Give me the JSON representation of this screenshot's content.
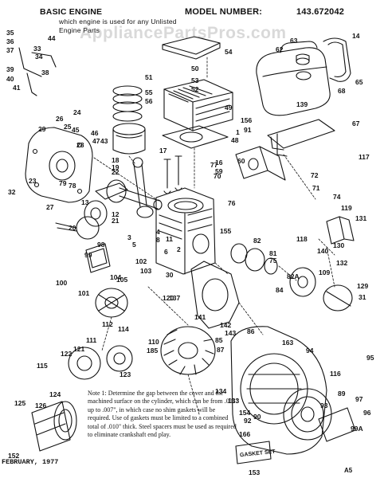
{
  "header": {
    "title": "BASIC ENGINE",
    "model_label": "MODEL NUMBER:",
    "model_number": "143.672042",
    "subtitle": "which engine is used for any Unlisted Engine Parts"
  },
  "watermark": "AppliancePartsPros.com",
  "note": "Note 1: Determine the gap between the cover and the machined surface on the cylinder, which can be from .001\" up to .007\", in which case no shim gaskets will be required. Use of gaskets must be limited to a combined total of .010\" thick. Steel spacers must be used as required to eliminate crankshaft end play.",
  "footer": {
    "date": "FEBRUARY, 1977",
    "sheet_code": "A5"
  },
  "gasket_set_label": "GASKET SET",
  "part_labels": [
    "35",
    "36",
    "37",
    "39",
    "40",
    "41",
    "34",
    "33",
    "38",
    "44",
    "63",
    "62",
    "14",
    "54",
    "50",
    "53",
    "51",
    "55",
    "56",
    "52",
    "65",
    "68",
    "139",
    "156",
    "91",
    "49",
    "1",
    "48",
    "67",
    "24",
    "29",
    "23",
    "28",
    "26",
    "25",
    "45",
    "46",
    "47",
    "43",
    "32",
    "27",
    "79",
    "78",
    "77",
    "117",
    "72",
    "71",
    "60",
    "59",
    "70",
    "16",
    "17",
    "18",
    "19",
    "22",
    "13",
    "12",
    "21",
    "20",
    "3",
    "5",
    "4",
    "8",
    "11",
    "6",
    "2",
    "76",
    "98",
    "99",
    "100",
    "101",
    "102",
    "103",
    "104",
    "105",
    "30",
    "74",
    "119",
    "131",
    "118",
    "140",
    "130",
    "132",
    "129",
    "31",
    "155",
    "82",
    "81",
    "75",
    "82A",
    "84",
    "109",
    "112",
    "114",
    "120",
    "121",
    "122",
    "115",
    "111",
    "110",
    "185",
    "123",
    "124",
    "126",
    "125",
    "152",
    "141",
    "142",
    "143",
    "86",
    "85",
    "87",
    "163",
    "94",
    "95",
    "116",
    "89",
    "97",
    "96",
    "99A",
    "93",
    "154",
    "92",
    "166",
    "153",
    "90",
    "134",
    "133",
    "137"
  ]
}
